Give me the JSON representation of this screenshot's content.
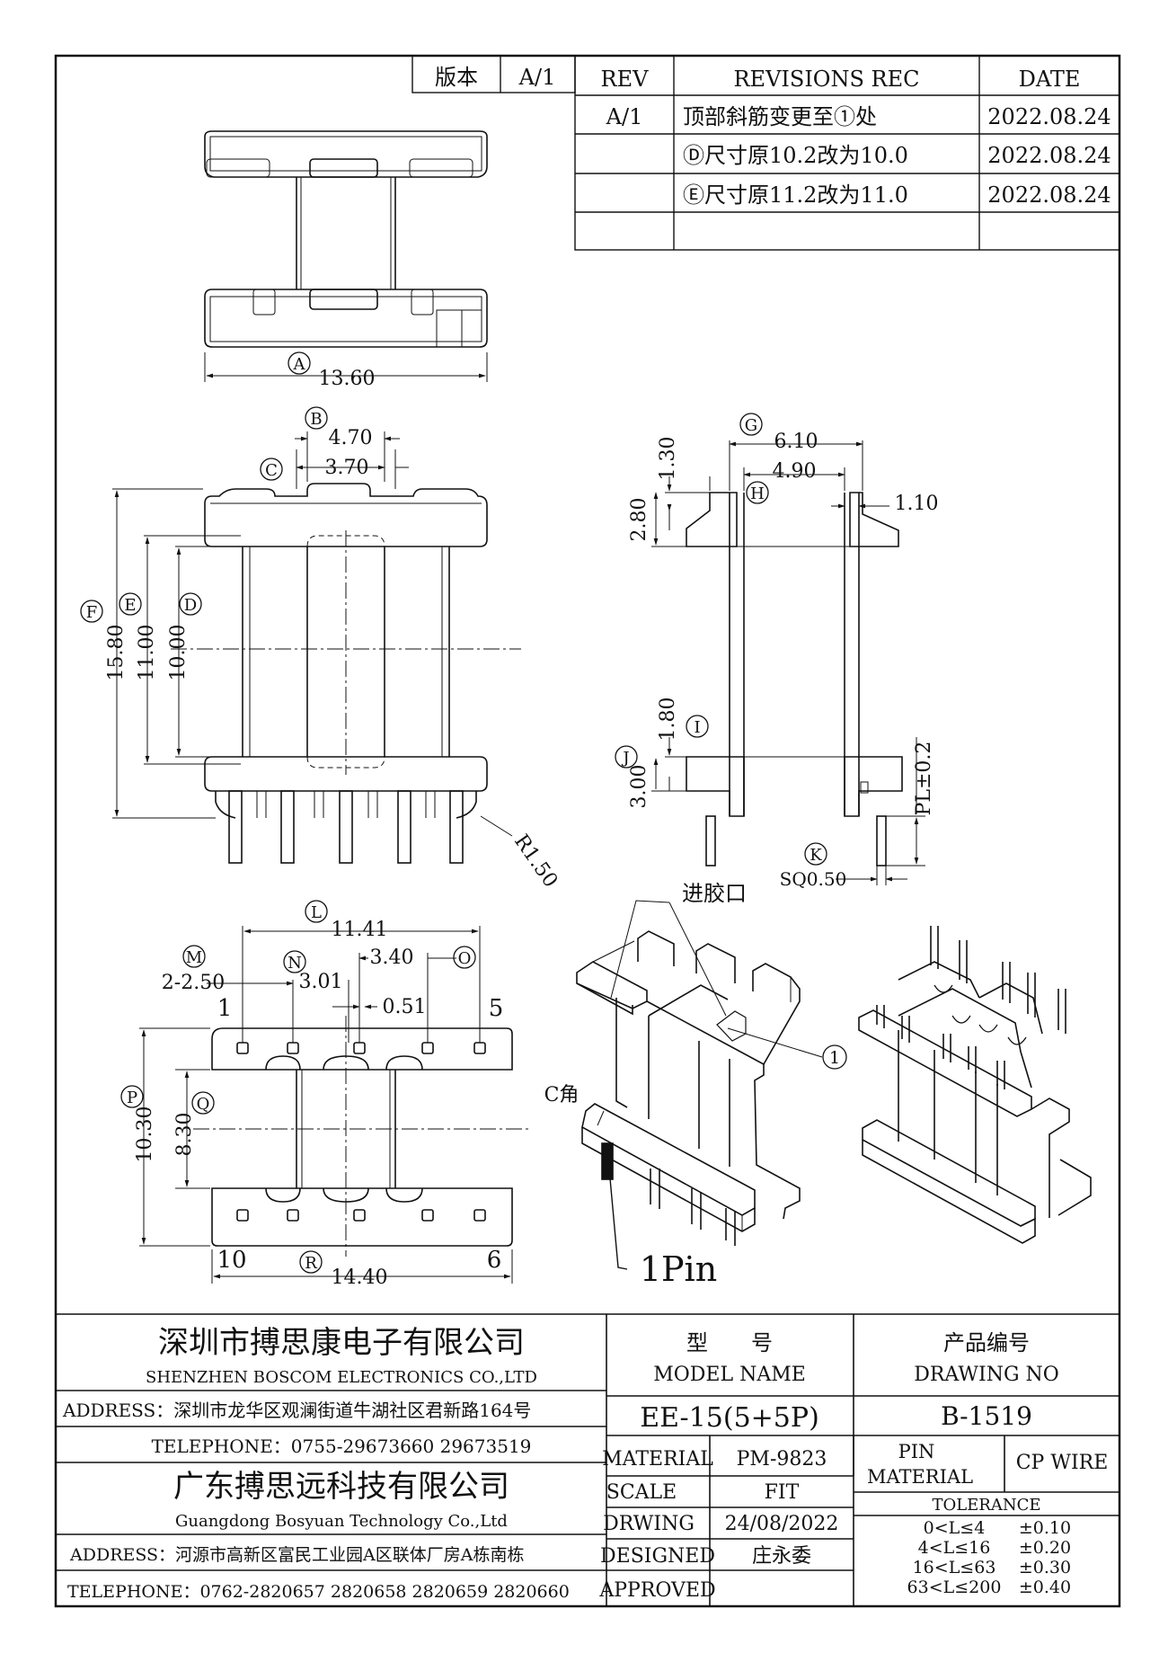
{
  "revisions": {
    "version_label": "版本",
    "version_value": "A/1",
    "header": {
      "rev": "REV",
      "rec": "REVISIONS REC",
      "date": "DATE"
    },
    "rows": [
      {
        "rev": "A/1",
        "rec": "顶部斜筋变更至①处",
        "date": "2022.08.24"
      },
      {
        "rev": "",
        "rec": "Ⓓ尺寸原10.2改为10.0",
        "date": "2022.08.24"
      },
      {
        "rev": "",
        "rec": "Ⓔ尺寸原11.2改为11.0",
        "date": "2022.08.24"
      },
      {
        "rev": "",
        "rec": "",
        "date": ""
      }
    ]
  },
  "dimensions": {
    "A": "13.60",
    "B": "4.70",
    "C": "3.70",
    "F": "15.80",
    "E": "11.00",
    "D": "10.00",
    "R": "R1.50",
    "G": "6.10",
    "H": "4.90",
    "top_1_30": "1.30",
    "top_2_80": "2.80",
    "top_1_10": "1.10",
    "I": "1.80",
    "J": "3.00",
    "PL": "PL±0.2",
    "K": "SQ0.50",
    "L": "11.41",
    "M": "2-2.50",
    "N": "3.01",
    "O": "3.40",
    "pin_051": "0.51",
    "P": "10.30",
    "Q": "8.30",
    "R_bottom": "14.40"
  },
  "letters": {
    "A": "A",
    "B": "B",
    "C": "C",
    "D": "D",
    "E": "E",
    "F": "F",
    "G": "G",
    "H": "H",
    "I": "I",
    "J": "J",
    "K": "K",
    "L": "L",
    "M": "M",
    "N": "N",
    "O": "O",
    "P": "P",
    "Q": "Q",
    "R": "R",
    "one": "1"
  },
  "pins": {
    "p1": "1",
    "p5": "5",
    "p10": "10",
    "p6": "6"
  },
  "callouts": {
    "gate": "进胶口",
    "c_corner": "C角",
    "pin1": "1Pin"
  },
  "titleblock": {
    "company1_cn": "深圳市搏思康电子有限公司",
    "company1_en": "SHENZHEN BOSCOM ELECTRONICS CO.,LTD",
    "address1": "ADDRESS：深圳市龙华区观澜街道牛湖社区君新路164号",
    "telephone1": "TELEPHONE：0755-29673660 29673519",
    "company2_cn": "广东搏思远科技有限公司",
    "company2_en": "Guangdong Bosyuan Technology Co.,Ltd",
    "address2": "ADDRESS：河源市高新区富民工业园A区联体厂房A栋南栋",
    "telephone2": "TELEPHONE：0762-2820657 2820658 2820659 2820660",
    "model_cn": "型　　号",
    "model_en": "MODEL NAME",
    "model_value": "EE-15(5+5P)",
    "drawing_cn": "产品编号",
    "drawing_en": "DRAWING NO",
    "drawing_value": "B-1519",
    "material_label": "MATERIAL",
    "material_value": "PM-9823",
    "pin_material_label1": "PIN",
    "pin_material_label2": "MATERIAL",
    "pin_material_value": "CP WIRE",
    "scale_label": "SCALE",
    "scale_value": "FIT",
    "drawing_date_label": "DRWING",
    "drawing_date_value": "24/08/2022",
    "designed_label": "DESIGNED",
    "designed_value": "庄永委",
    "approved_label": "APPROVED",
    "approved_value": "",
    "tolerance_label": "TOLERANCE",
    "tolerances": [
      {
        "range": "0<L≤4",
        "value": "±0.10"
      },
      {
        "range": "4<L≤16",
        "value": "±0.20"
      },
      {
        "range": "16<L≤63",
        "value": "±0.30"
      },
      {
        "range": "63<L≤200",
        "value": "±0.40"
      }
    ]
  }
}
